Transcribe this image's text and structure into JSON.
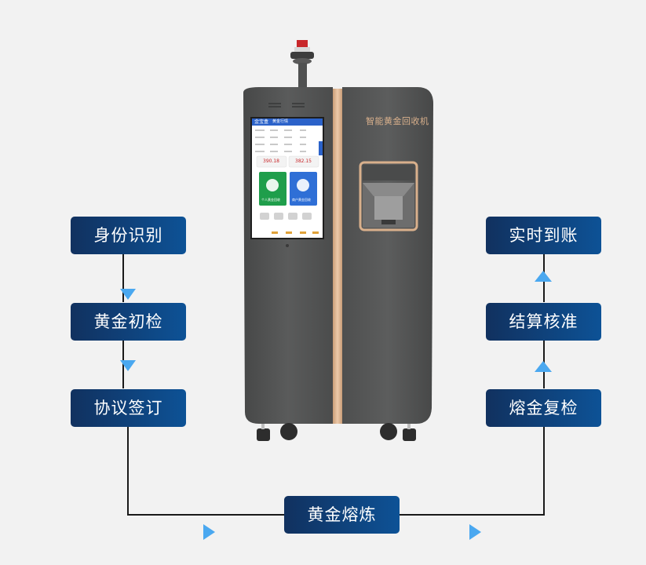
{
  "steps": {
    "identity": "身份识别",
    "initial_check": "黄金初检",
    "agreement": "协议签订",
    "smelting": "黄金熔炼",
    "recheck": "熔金复检",
    "settlement": "结算核准",
    "arrival": "实时到账"
  },
  "machine": {
    "panel_title": "智能黄金回收机",
    "screen": {
      "app_name": "金宝盒",
      "tab": "黄金行情",
      "price_left": "390.18",
      "price_right": "382.15",
      "tile_left": "个人黄金回收",
      "tile_right": "商户黄金回收"
    }
  },
  "colors": {
    "step_start": "#11315f",
    "step_end": "#0d5296",
    "arrow": "#4aa8f0",
    "machine_body": "#525353",
    "gold_trim": "#d9b08c"
  }
}
